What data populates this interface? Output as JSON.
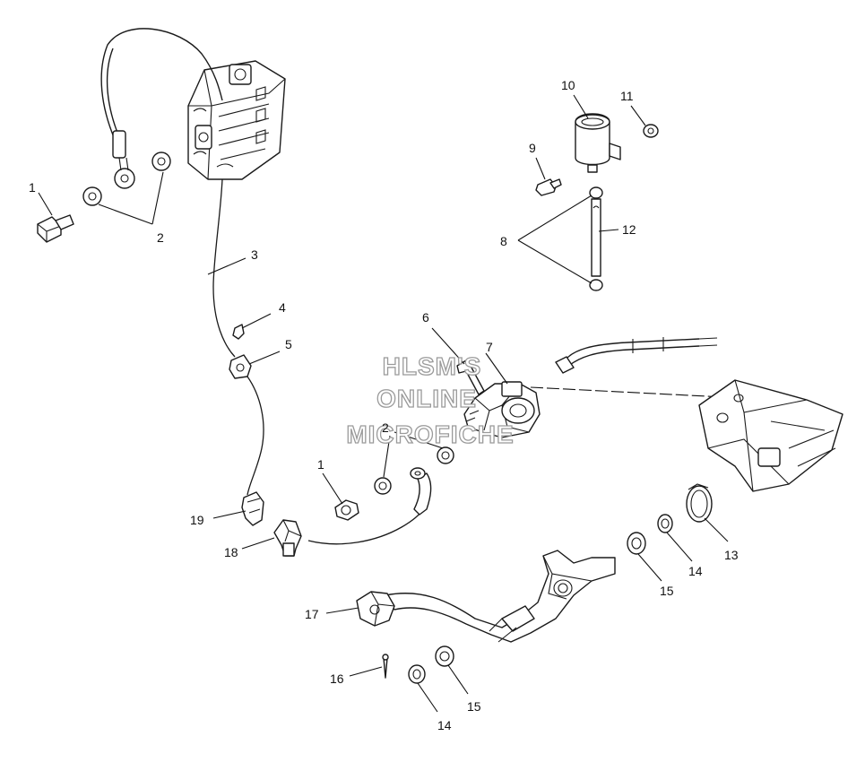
{
  "watermark": {
    "line1": "HLSM'S",
    "line2": "ONLINE",
    "line3": "MICROFICHE"
  },
  "callouts": {
    "c1a": "1",
    "c2a": "2",
    "c3": "3",
    "c4": "4",
    "c5": "5",
    "c6": "6",
    "c7": "7",
    "c8": "8",
    "c9": "9",
    "c10": "10",
    "c11": "11",
    "c12": "12",
    "c1b": "1",
    "c2b": "2",
    "c13": "13",
    "c14a": "14",
    "c15a": "15",
    "c17": "17",
    "c18": "18",
    "c19": "19",
    "c16": "16",
    "c14b": "14",
    "c15b": "15"
  }
}
